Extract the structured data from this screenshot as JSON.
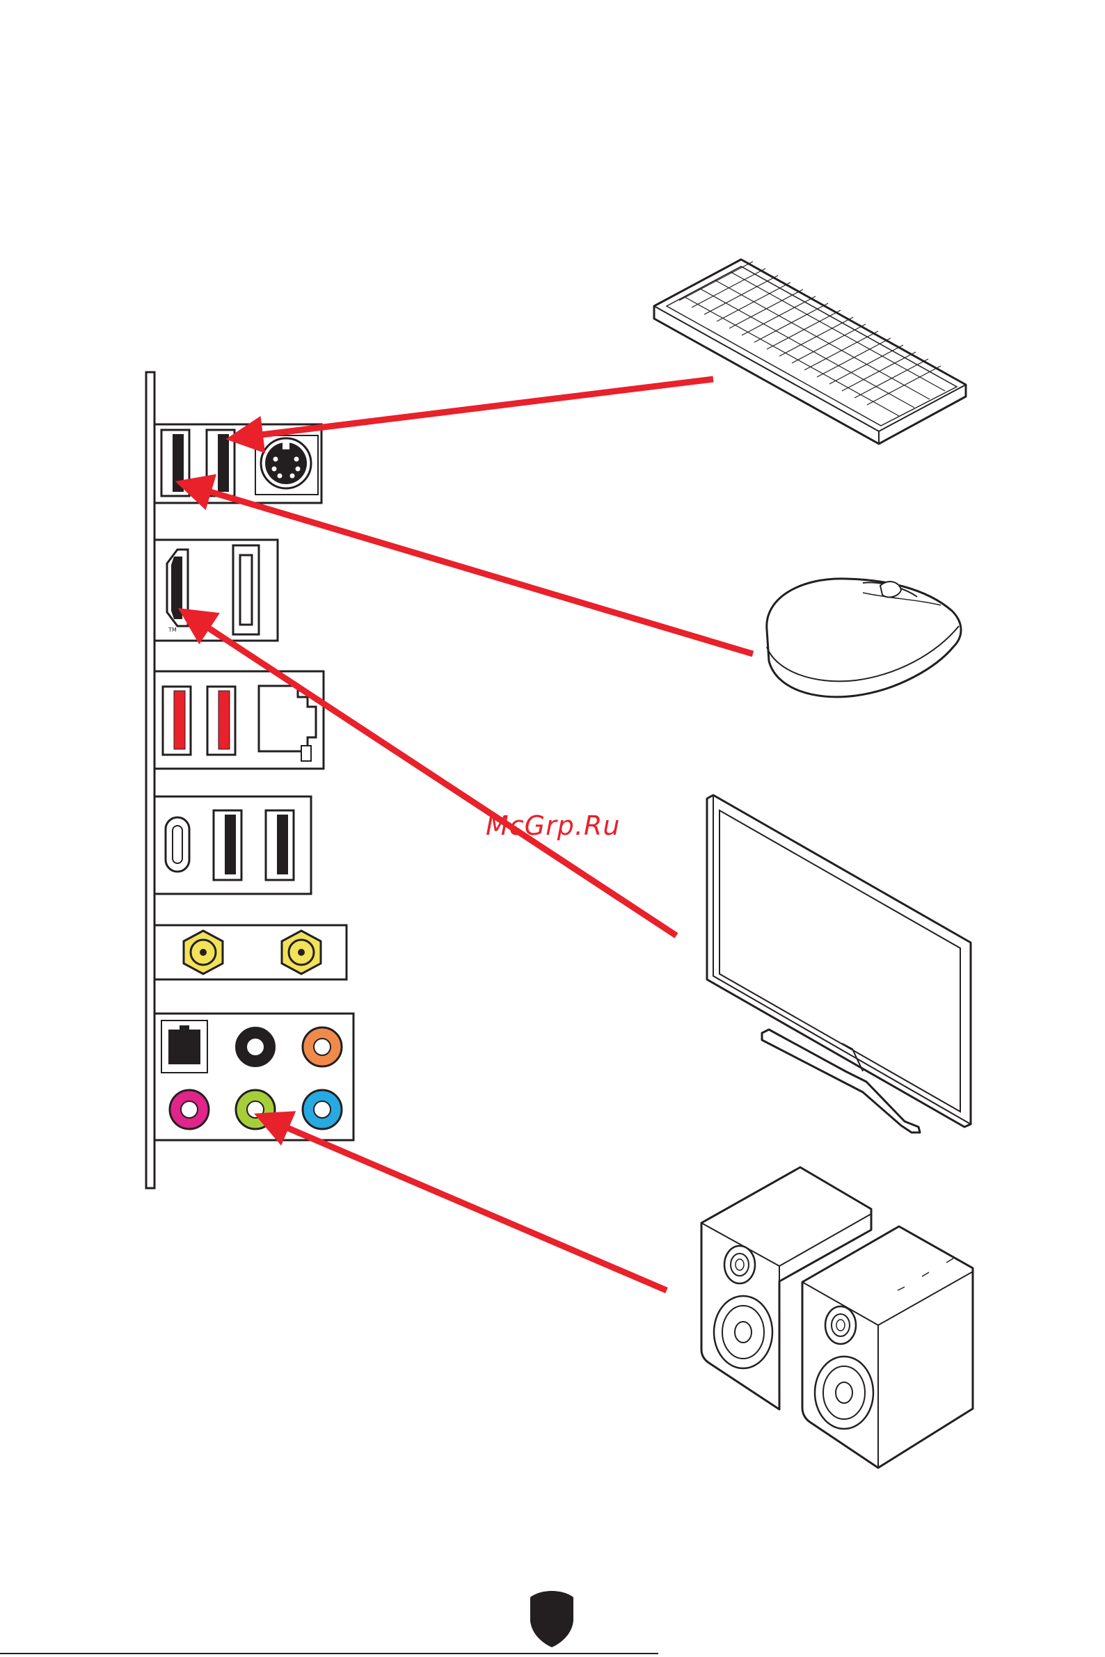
{
  "watermark": "McGrp.Ru",
  "io_panel": {
    "groups": [
      {
        "name": "usb-ps2-group",
        "ports": [
          "usb-a-black",
          "usb-a-black",
          "ps2-combo"
        ]
      },
      {
        "name": "video-group",
        "ports": [
          "hdmi",
          "displayport"
        ]
      },
      {
        "name": "usb-lan-group",
        "ports": [
          "usb-a-red",
          "usb-a-red",
          "rj45-lan"
        ]
      },
      {
        "name": "usb-group",
        "ports": [
          "usb-c",
          "usb-a-black",
          "usb-a-black"
        ]
      },
      {
        "name": "wifi-antenna-group",
        "ports": [
          "antenna-connector",
          "antenna-connector"
        ]
      },
      {
        "name": "audio-group",
        "ports": [
          "optical-spdif",
          "audio-black",
          "audio-orange",
          "audio-pink",
          "audio-green",
          "audio-blue"
        ]
      }
    ]
  },
  "devices": [
    "keyboard",
    "mouse",
    "monitor",
    "speakers"
  ],
  "connections": [
    {
      "device": "keyboard",
      "port": "usb-a-black"
    },
    {
      "device": "mouse",
      "port": "usb-a-black"
    },
    {
      "device": "monitor",
      "port": "hdmi"
    },
    {
      "device": "speakers",
      "port": "audio-green"
    }
  ],
  "colors": {
    "arrow": "#e8212b",
    "usb_red": "#e8212b",
    "antenna_gold": "#f2e25a",
    "audio_black": "#231f20",
    "audio_orange": "#f08a4b",
    "audio_pink": "#e0248a",
    "audio_green": "#a6ce39",
    "audio_blue": "#27a9e1"
  }
}
